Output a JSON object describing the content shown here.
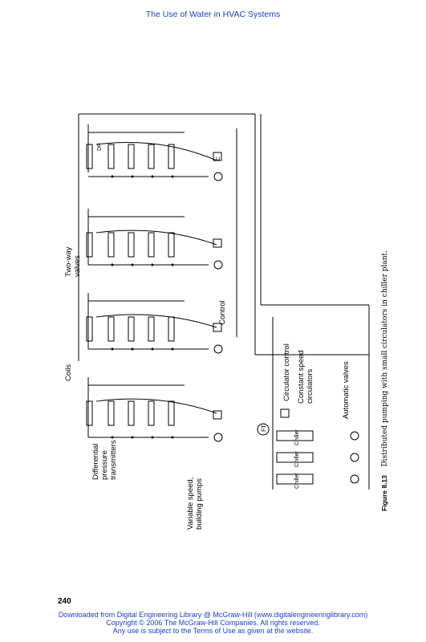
{
  "header": {
    "title": "The Use of Water in HVAC Systems"
  },
  "page_number": "240",
  "footer": {
    "line1": "Downloaded from Digital Engineering Library @ McGraw-Hill (www.digitalengineeringlibrary.com)",
    "line2": "Copyright © 2006 The McGraw-Hill Companies. All rights reserved.",
    "line3": "Any use is subject to the Terms of Use as given at the website."
  },
  "figure": {
    "label": "Figure 8.13",
    "caption": "Distributed pumping with small circulators in chiller plant.",
    "labels": {
      "two_way_valves": [
        "Two-way",
        "valves"
      ],
      "coils": "Coils",
      "control": "Control",
      "dp_transmitters": [
        "Differential",
        "pressure",
        "transmitters"
      ],
      "building_pumps": [
        "Variable speed,",
        "building pumps"
      ],
      "circulator_control": "Circulator control",
      "constant_speed": [
        "Constant speed",
        "circulators"
      ],
      "automatic_valves": "Automatic valves",
      "chiller": "Chiller",
      "controller": "C",
      "dp_symbol": "DP",
      "ft_symbol": "FT"
    }
  }
}
